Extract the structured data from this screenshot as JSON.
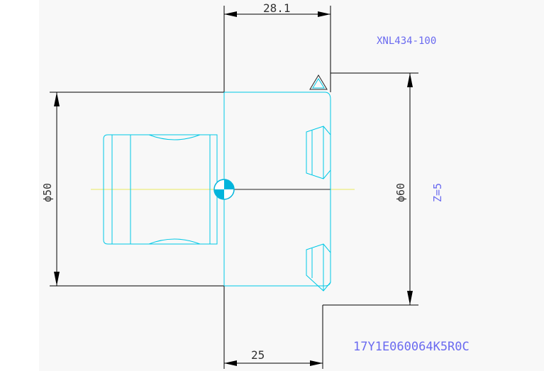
{
  "drawing": {
    "part_number": "XNL434-100",
    "ordering_code": "17Y1E060064K5R0C",
    "teeth_label": "Z=5",
    "dim_top": "28.1",
    "dim_bottom": "25",
    "dim_left_diameter": "ϕ50",
    "dim_right_diameter": "ϕ60"
  },
  "colors": {
    "background": "#f8f8f8",
    "dimension_line": "#000000",
    "part_outline": "#00c8e6",
    "centerline": "#e8e860",
    "annotation": "#6a6af0",
    "marker": "#00b4dc"
  }
}
